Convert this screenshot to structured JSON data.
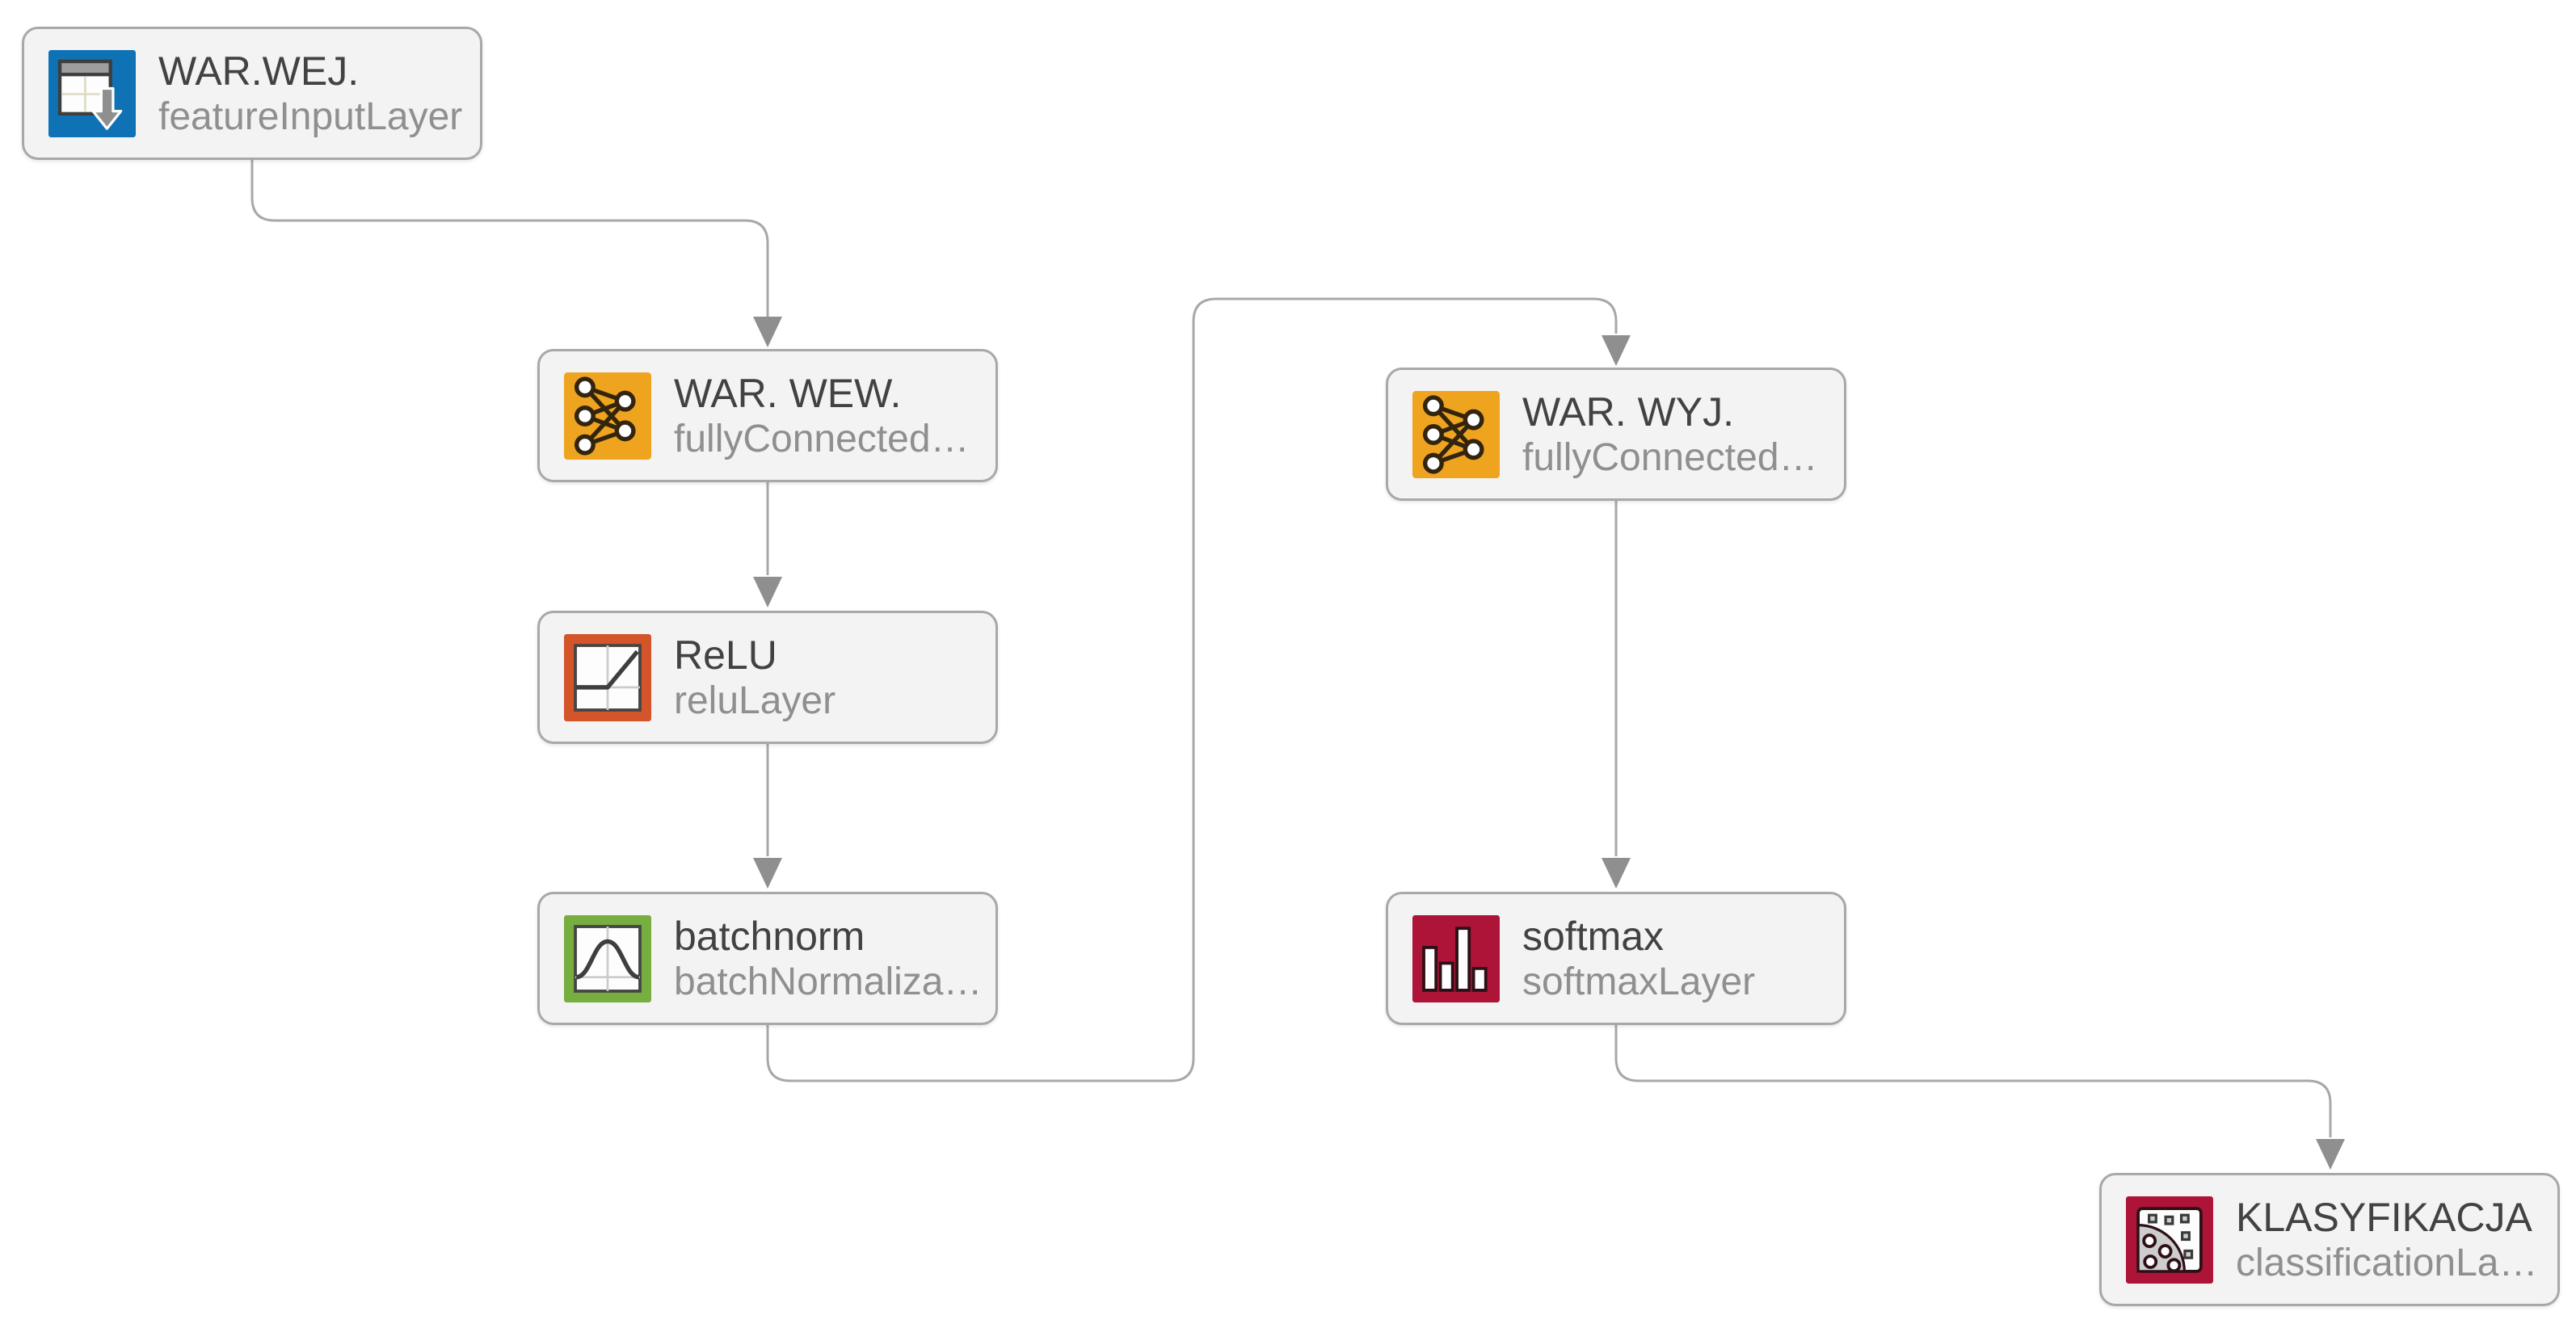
{
  "diagram": {
    "background_color": "#ffffff",
    "style": {
      "node_fill": "#f3f3f3",
      "node_border": "#a8a8a8",
      "title_color": "#424242",
      "subtitle_color": "#8f8f8f",
      "wire_color": "#a8a8a8",
      "arrow_color": "#8f8f8f"
    },
    "nodes": [
      {
        "title": "WAR.WEJ.",
        "subtitle": "featureInputLayer",
        "icon": "feature-input-table-icon",
        "icon_color": "#0f72b5"
      },
      {
        "title": "WAR. WEW.",
        "subtitle": "fullyConnected…",
        "icon": "fully-connected-icon",
        "icon_color": "#efa420"
      },
      {
        "title": "ReLU",
        "subtitle": "reluLayer",
        "icon": "relu-plot-icon",
        "icon_color": "#d4552a"
      },
      {
        "title": "batchnorm",
        "subtitle": "batchNormaliza…",
        "icon": "gaussian-curve-icon",
        "icon_color": "#76ae40"
      },
      {
        "title": "WAR. WYJ.",
        "subtitle": "fullyConnected…",
        "icon": "fully-connected-icon",
        "icon_color": "#efa420"
      },
      {
        "title": "softmax",
        "subtitle": "softmaxLayer",
        "icon": "bar-chart-icon",
        "icon_color": "#ae1438"
      },
      {
        "title": "KLASYFIKACJA",
        "subtitle": "classificationLa…",
        "icon": "classification-matrix-icon",
        "icon_color": "#ae1438"
      }
    ],
    "connections": [
      {
        "from": "WAR.WEJ.",
        "to": "WAR. WEW."
      },
      {
        "from": "WAR. WEW.",
        "to": "ReLU"
      },
      {
        "from": "ReLU",
        "to": "batchnorm"
      },
      {
        "from": "batchnorm",
        "to": "WAR. WYJ."
      },
      {
        "from": "WAR. WYJ.",
        "to": "softmax"
      },
      {
        "from": "softmax",
        "to": "KLASYFIKACJA"
      }
    ]
  }
}
